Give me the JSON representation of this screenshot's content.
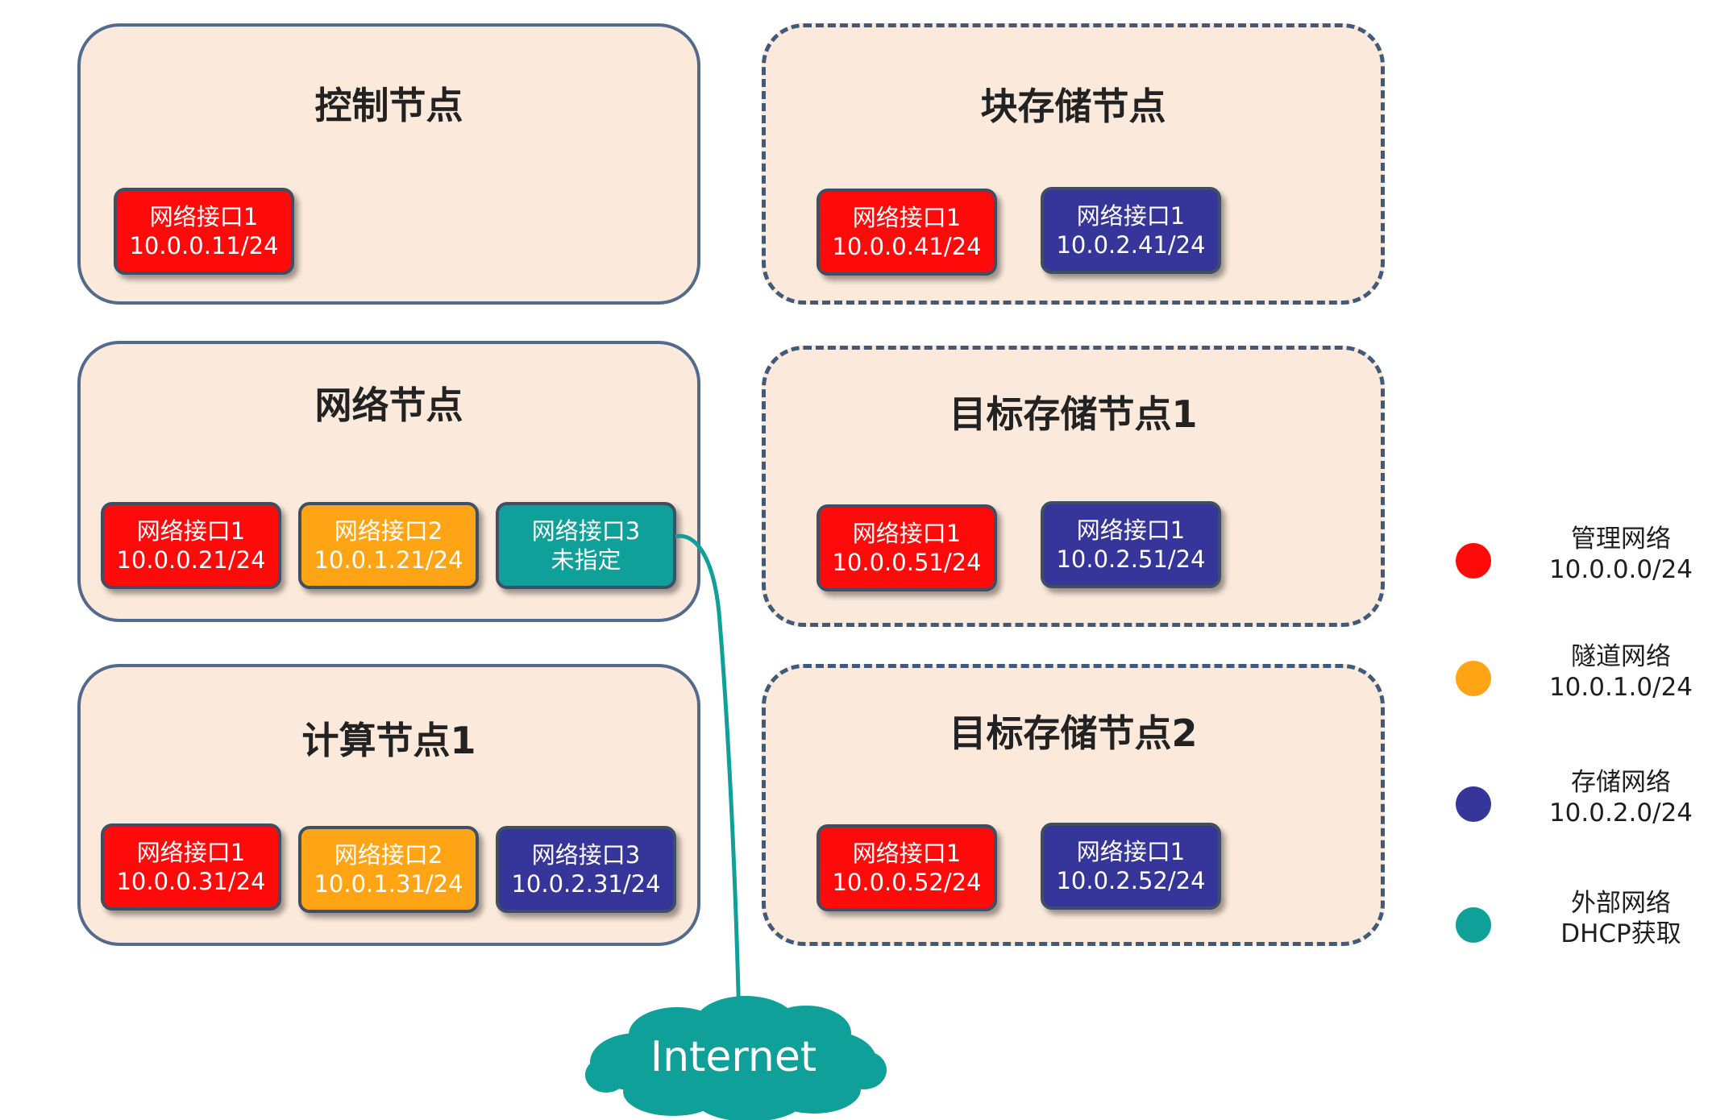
{
  "nodes": {
    "control": {
      "title": "控制节点",
      "interfaces": [
        {
          "name": "网络接口1",
          "addr": "10.0.0.11/24"
        }
      ]
    },
    "network": {
      "title": "网络节点",
      "interfaces": [
        {
          "name": "网络接口1",
          "addr": "10.0.0.21/24"
        },
        {
          "name": "网络接口2",
          "addr": "10.0.1.21/24"
        },
        {
          "name": "网络接口3",
          "addr": "未指定"
        }
      ]
    },
    "compute1": {
      "title": "计算节点1",
      "interfaces": [
        {
          "name": "网络接口1",
          "addr": "10.0.0.31/24"
        },
        {
          "name": "网络接口2",
          "addr": "10.0.1.31/24"
        },
        {
          "name": "网络接口3",
          "addr": "10.0.2.31/24"
        }
      ]
    },
    "block_storage": {
      "title": "块存储节点",
      "interfaces": [
        {
          "name": "网络接口1",
          "addr": "10.0.0.41/24"
        },
        {
          "name": "网络接口1",
          "addr": "10.0.2.41/24"
        }
      ]
    },
    "object_storage1": {
      "title": "目标存储节点1",
      "interfaces": [
        {
          "name": "网络接口1",
          "addr": "10.0.0.51/24"
        },
        {
          "name": "网络接口1",
          "addr": "10.0.2.51/24"
        }
      ]
    },
    "object_storage2": {
      "title": "目标存储节点2",
      "interfaces": [
        {
          "name": "网络接口1",
          "addr": "10.0.0.52/24"
        },
        {
          "name": "网络接口1",
          "addr": "10.0.2.52/24"
        }
      ]
    }
  },
  "legend": [
    {
      "name": "管理网络",
      "subnet": "10.0.0.0/24",
      "color": "#ff0a0a"
    },
    {
      "name": "隧道网络",
      "subnet": "10.0.1.0/24",
      "color": "#ffa414"
    },
    {
      "name": "存储网络",
      "subnet": "10.0.2.0/24",
      "color": "#36359a"
    },
    {
      "name": "外部网络",
      "subnet": "DHCP获取",
      "color": "#10a09a"
    }
  ],
  "internet": {
    "label": "Internet",
    "color": "#10a09a"
  },
  "colors": {
    "node_fill": "#fbe9db",
    "management": "#ff0a0a",
    "tunnel": "#ffa414",
    "storage": "#36359a",
    "external": "#10a09a"
  }
}
